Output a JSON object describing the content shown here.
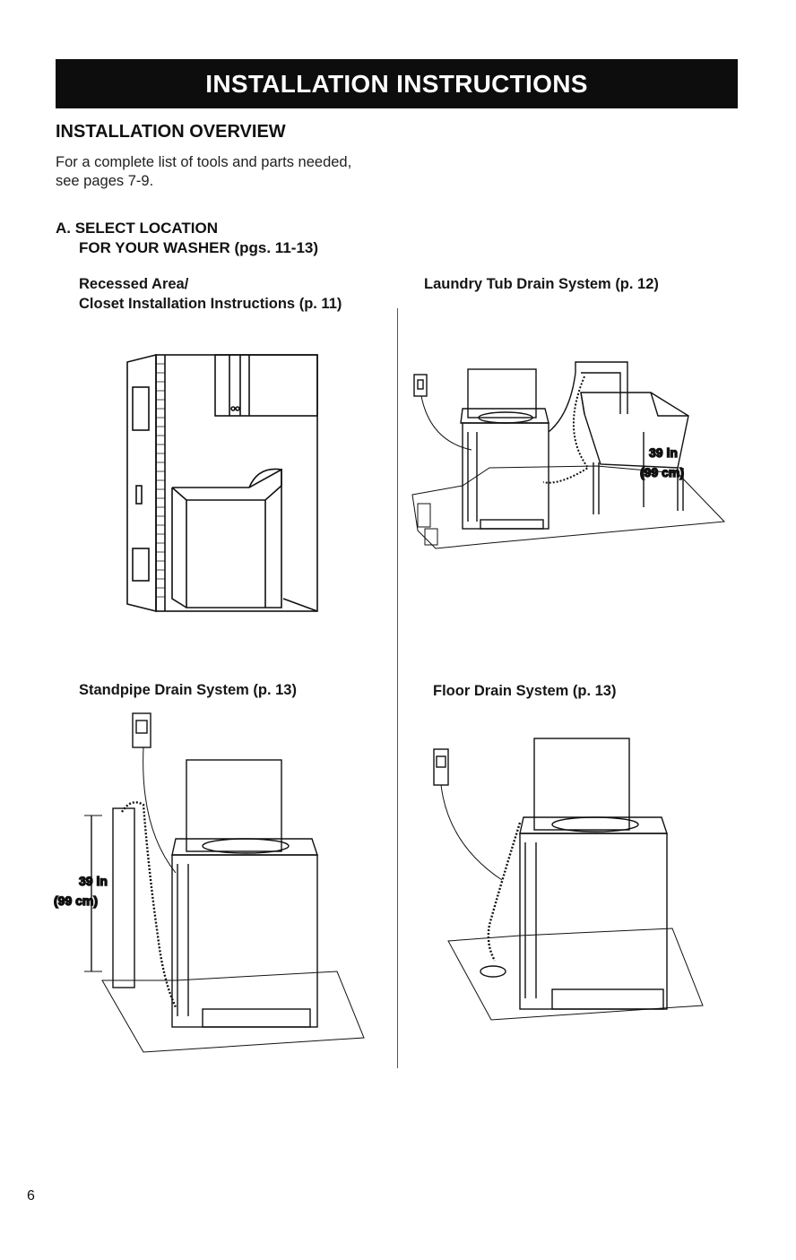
{
  "header": {
    "banner": "INSTALLATION INSTRUCTIONS"
  },
  "section": {
    "title": "INSTALLATION OVERVIEW",
    "intro": "For a complete list of tools and parts needed, see pages 7-9."
  },
  "stepA": {
    "line1": "A. SELECT LOCATION",
    "line2": "FOR YOUR WASHER (pgs. 11-13)"
  },
  "figures": {
    "recessed": {
      "caption_line1": "Recessed Area/",
      "caption_line2": "Closet Installation Instructions (p. 11)"
    },
    "laundry": {
      "caption": "Laundry Tub Drain System (p. 12)",
      "height_in": "39 in",
      "height_cm": "(99 cm)"
    },
    "standpipe": {
      "caption": "Standpipe Drain System (p. 13)",
      "height_in": "39 in",
      "height_cm": "(99 cm)"
    },
    "floor": {
      "caption": "Floor Drain System (p. 13)"
    }
  },
  "footer": {
    "page_number": "6"
  }
}
